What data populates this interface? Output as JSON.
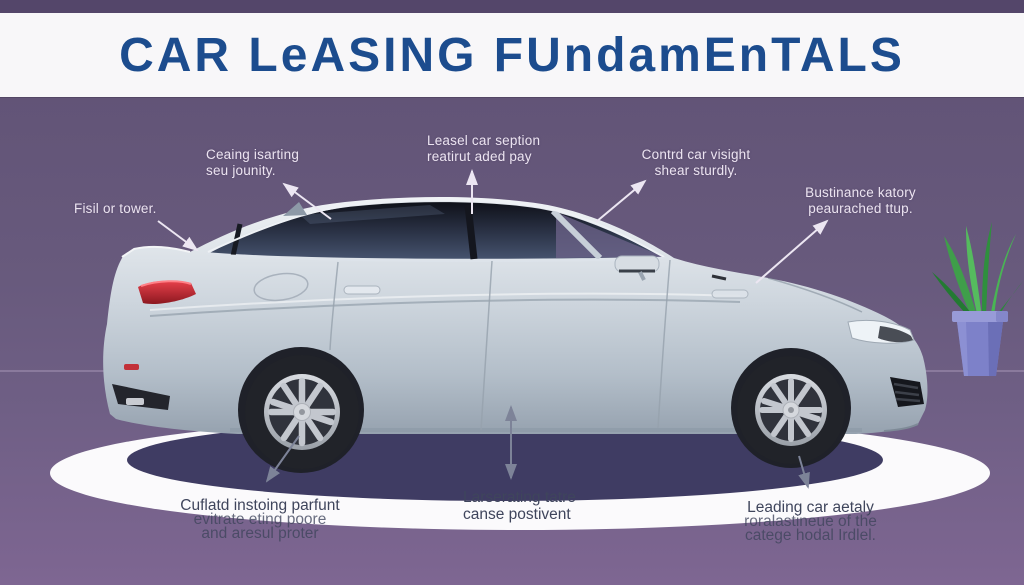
{
  "title": "CAR LeASING FUndamEnTALS",
  "colors": {
    "title_blue": "#1c4c8e",
    "background_purple": "#685a7d",
    "banner_white": "#f8f7f9",
    "platform_white": "#fbfafc",
    "shadow_navy": "#3f3c63",
    "car_silver": "#c9d2da",
    "taillight_red": "#c5303a",
    "plant_green": "#49b554",
    "pot_periwinkle": "#7d81c9",
    "arrow_light": "#ece6f2",
    "arrow_gray": "#7d8398",
    "label_light_text": "#ece4f1",
    "label_dark_text": "#3f455c"
  },
  "icons": {
    "car": "sedan-side-view",
    "plant": "potted-plant"
  },
  "callouts": {
    "top": [
      {
        "id": "fisil",
        "lines": [
          "Fisil or tower."
        ]
      },
      {
        "id": "ceaing",
        "lines": [
          "Ceaing isarting",
          "seu jounity."
        ]
      },
      {
        "id": "leasel",
        "lines": [
          "Leasel car seption",
          "reatirut aded pay"
        ]
      },
      {
        "id": "contrd",
        "lines": [
          "Contrd car visight",
          "shear sturdly."
        ]
      },
      {
        "id": "bustinance",
        "lines": [
          "Bustinance katory",
          "peaurached ttup."
        ]
      }
    ],
    "bottom": [
      {
        "id": "cuflatd",
        "lines": [
          "Cuflatd instoing parfunt",
          "evitrate eting poore",
          "and aresul proter"
        ]
      },
      {
        "id": "larserating",
        "lines": [
          "Larserating tatre",
          "canse postivent"
        ]
      },
      {
        "id": "leading",
        "lines": [
          "Leading car aetaly",
          "roralastineue of the",
          "catege hodal Irdlel."
        ]
      }
    ]
  }
}
